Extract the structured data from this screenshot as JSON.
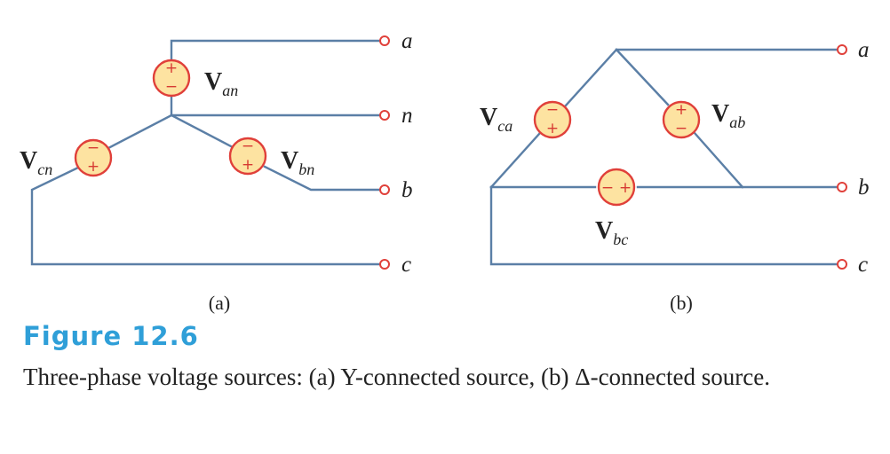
{
  "figure": {
    "title": "Figure 12.6",
    "caption": "Three-phase voltage sources: (a) Y-connected source, (b) Δ-connected source."
  },
  "diagram_a": {
    "label": "(a)",
    "terminals": {
      "a": "a",
      "n": "n",
      "b": "b",
      "c": "c"
    },
    "sources": {
      "an": {
        "main": "V",
        "sub": "an",
        "top_sign": "+",
        "bottom_sign": "−"
      },
      "cn": {
        "main": "V",
        "sub": "cn",
        "top_sign": "−",
        "bottom_sign": "+"
      },
      "bn": {
        "main": "V",
        "sub": "bn",
        "top_sign": "−",
        "bottom_sign": "+"
      }
    }
  },
  "diagram_b": {
    "label": "(b)",
    "terminals": {
      "a": "a",
      "b": "b",
      "c": "c"
    },
    "sources": {
      "ca": {
        "main": "V",
        "sub": "ca",
        "top_sign": "−",
        "bottom_sign": "+"
      },
      "ab": {
        "main": "V",
        "sub": "ab",
        "top_sign": "+",
        "bottom_sign": "−"
      },
      "bc": {
        "main": "V",
        "sub": "bc",
        "left_sign": "−",
        "right_sign": "+"
      }
    }
  },
  "colors": {
    "wire": "#5b7fa6",
    "source_fill": "#fde3a1",
    "source_outline": "#e0403a",
    "title": "#2f9fd8"
  }
}
